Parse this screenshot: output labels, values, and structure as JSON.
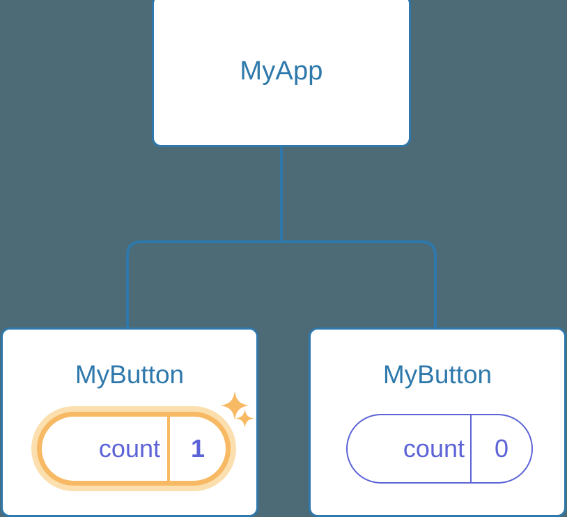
{
  "diagram": {
    "type": "component-tree",
    "background_color": "#4c6b76",
    "node_border_color": "#2e78ab",
    "node_title_color": "#2e78ab",
    "edge_color": "#2e78ab",
    "state_color": "#5b63d6",
    "highlight_color": "#f7b963",
    "highlight_glow_color": "#fbdfae",
    "root": {
      "title": "MyApp"
    },
    "children": [
      {
        "title": "MyButton",
        "state_key": "count",
        "state_value": "1",
        "highlighted": true,
        "sparkles": [
          "sparkle-large",
          "sparkle-small"
        ]
      },
      {
        "title": "MyButton",
        "state_key": "count",
        "state_value": "0",
        "highlighted": false,
        "sparkles": []
      }
    ],
    "edges": [
      {
        "from": "MyApp",
        "to": "MyButton-left"
      },
      {
        "from": "MyApp",
        "to": "MyButton-right"
      }
    ]
  }
}
